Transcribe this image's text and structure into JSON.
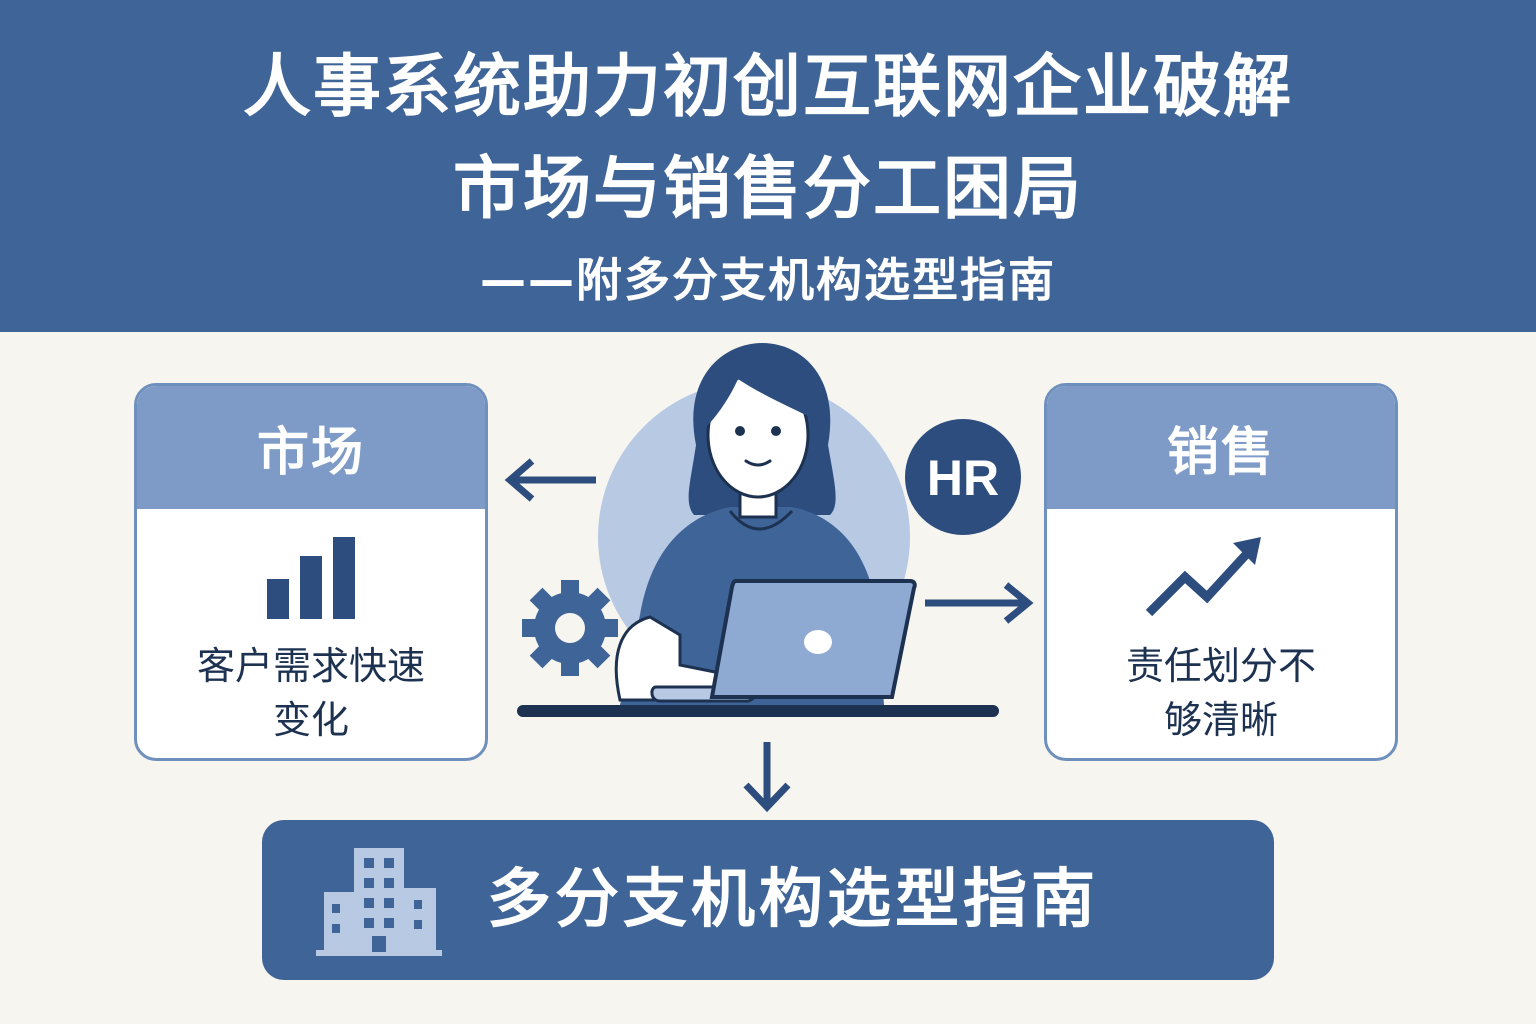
{
  "header": {
    "title_line1": "人事系统助力初创互联网企业破解",
    "title_line2": "市场与销售分工困局",
    "subtitle": "——附多分支机构选型指南"
  },
  "left_panel": {
    "title": "市场",
    "icon": "bar-chart-icon",
    "text_line1": "客户需求快速",
    "text_line2": "变化"
  },
  "right_panel": {
    "title": "销售",
    "icon": "trend-up-arrow-icon",
    "text_line1": "责任划分不",
    "text_line2": "够清晰"
  },
  "center": {
    "badge": "HR",
    "icons": [
      "person-at-laptop-icon",
      "gear-icon",
      "arrow-left-icon",
      "arrow-right-icon",
      "arrow-down-icon"
    ]
  },
  "bottom": {
    "label": "多分支机构选型指南",
    "icon": "building-icon"
  },
  "colors": {
    "header_bg": "#3f6497",
    "panel_head": "#7d9bc6",
    "panel_border": "#6f90bd",
    "dark_navy": "#2c4d7e",
    "light_blue": "#9fb6d8",
    "page_bg": "#f7f5ef"
  }
}
